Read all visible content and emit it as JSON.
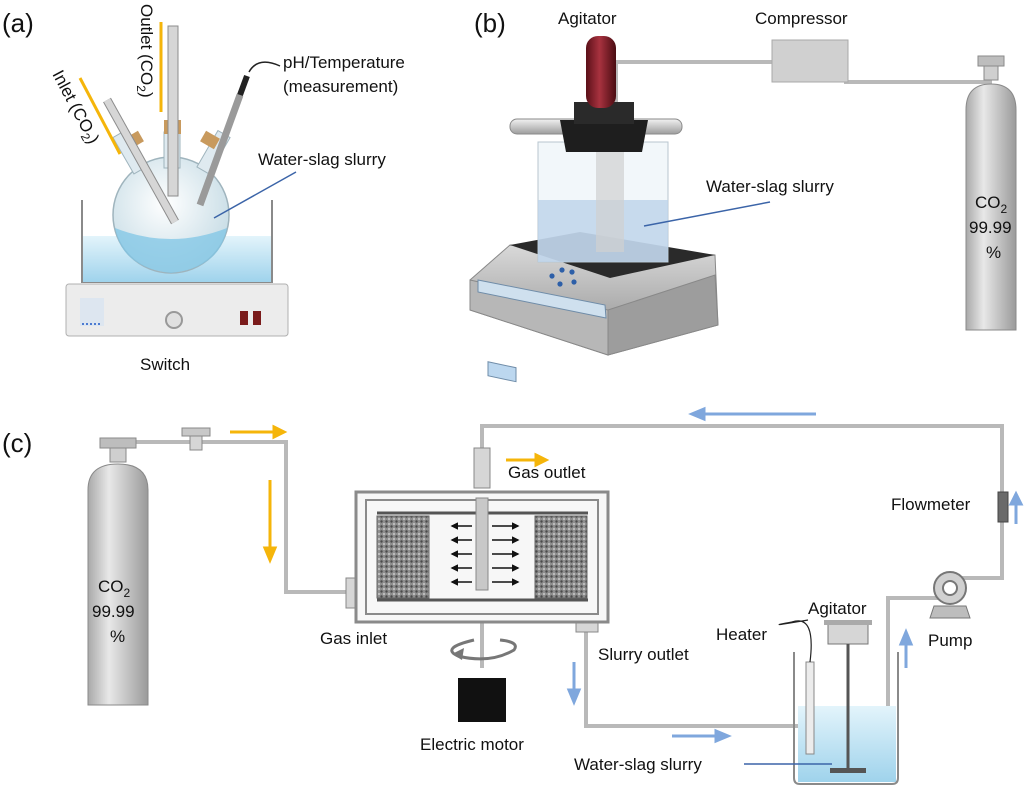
{
  "panels": {
    "a": {
      "tag": "(a)",
      "outlet_label": "Outlet (CO",
      "outlet_sub": "2",
      "outlet_close": ")",
      "inlet_label": "Inlet (CO",
      "inlet_sub": "2",
      "inlet_close": ")",
      "ph_line1": "pH/Temperature",
      "ph_line2": "(measurement)",
      "slurry": "Water-slag slurry",
      "switch": "Switch"
    },
    "b": {
      "tag": "(b)",
      "agitator": "Agitator",
      "compressor": "Compressor",
      "slurry": "Water-slag slurry",
      "cyl_line1": "CO",
      "cyl_sub": "2",
      "cyl_line2": "99.99",
      "cyl_line3": "%"
    },
    "c": {
      "tag": "(c)",
      "cyl_line1": "CO",
      "cyl_sub": "2",
      "cyl_line2": "99.99",
      "cyl_line3": "%",
      "gas_inlet": "Gas inlet",
      "gas_outlet": "Gas outlet",
      "slurry_outlet": "Slurry outlet",
      "electric_motor": "Electric motor",
      "flowmeter": "Flowmeter",
      "pump": "Pump",
      "agitator": "Agitator",
      "heater": "Heater",
      "slurry": "Water-slag slurry"
    }
  },
  "colors": {
    "pipe": "#b9b9b9",
    "gas_arrow": "#f5b50a",
    "liquid_arrow": "#7fa7dd",
    "water": "#bfe3f3",
    "leader": "#3b64a8",
    "motor": "#111111"
  }
}
